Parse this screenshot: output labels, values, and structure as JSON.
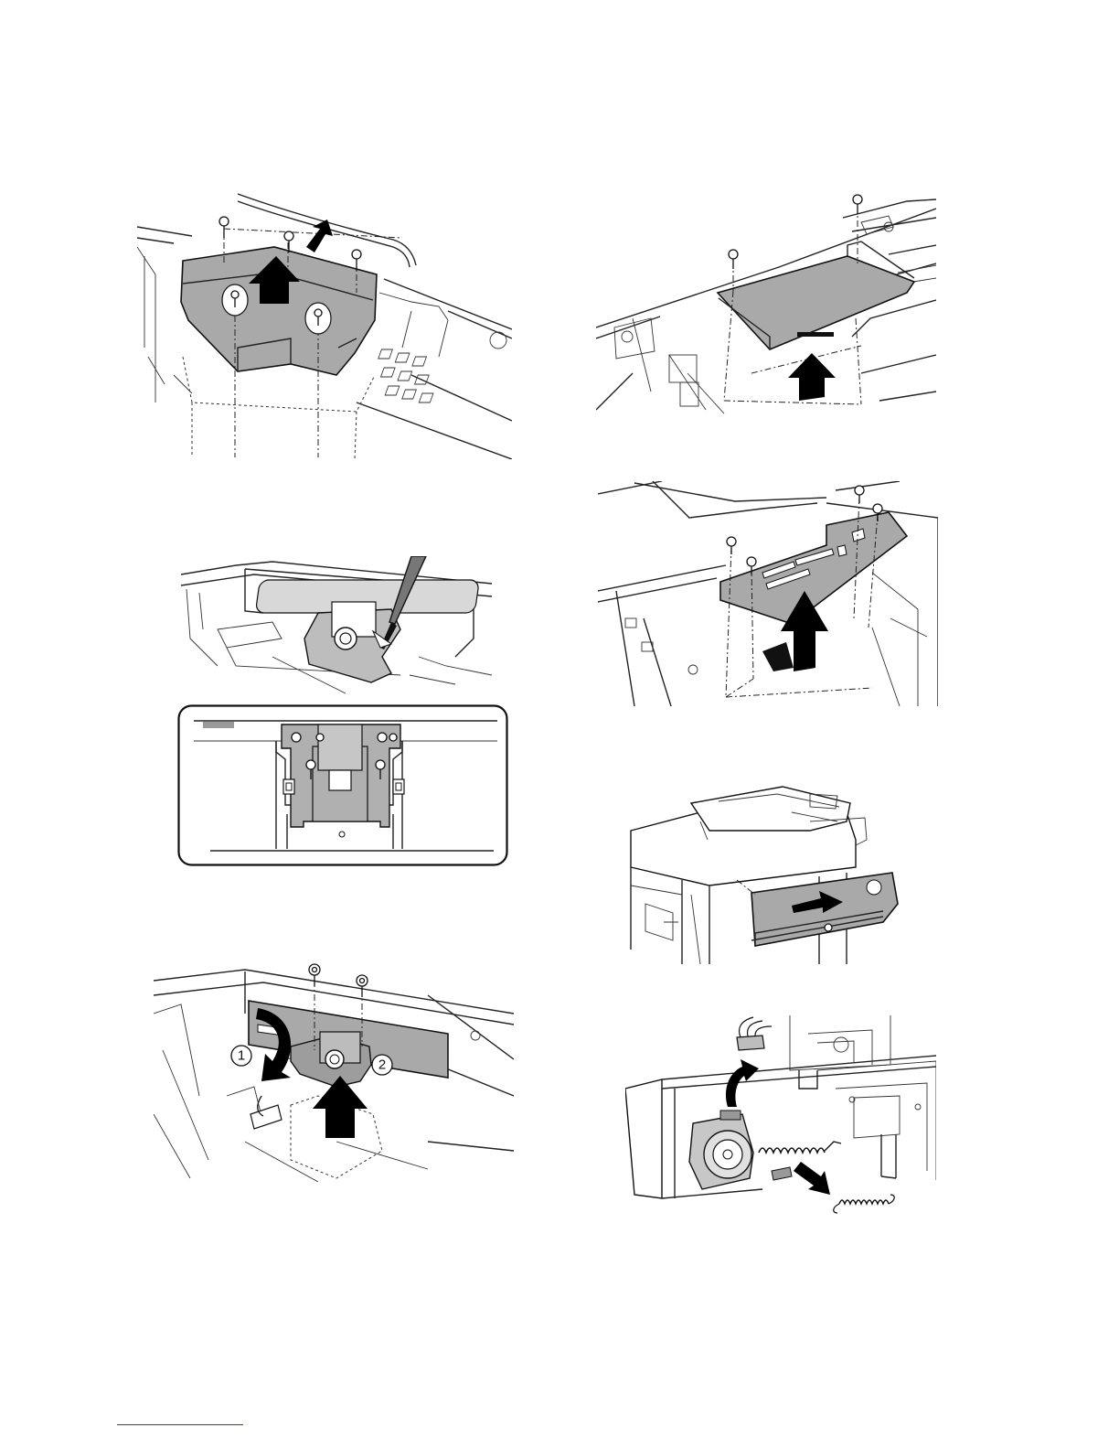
{
  "figures": [
    {
      "id": "fig-1",
      "name": "cover-removal-figure",
      "description_icon": "screw-icon"
    },
    {
      "id": "fig-2",
      "name": "board-cover-removal-figure"
    },
    {
      "id": "fig-3",
      "name": "sensor-bracket-figure"
    },
    {
      "id": "fig-4",
      "name": "sensor-bracket-detail-figure"
    },
    {
      "id": "fig-5",
      "name": "pwb-removal-figure"
    },
    {
      "id": "fig-6",
      "name": "side-cover-removal-figure"
    },
    {
      "id": "fig-7",
      "name": "sensor-unit-removal-figure"
    },
    {
      "id": "fig-8",
      "name": "motor-spring-removal-figure"
    }
  ],
  "callouts": {
    "step_one": "1",
    "step_two": "2"
  },
  "colors": {
    "part_fill": "#a9a9a9",
    "line": "#222222",
    "footer_rule": "#1f3fbf"
  }
}
